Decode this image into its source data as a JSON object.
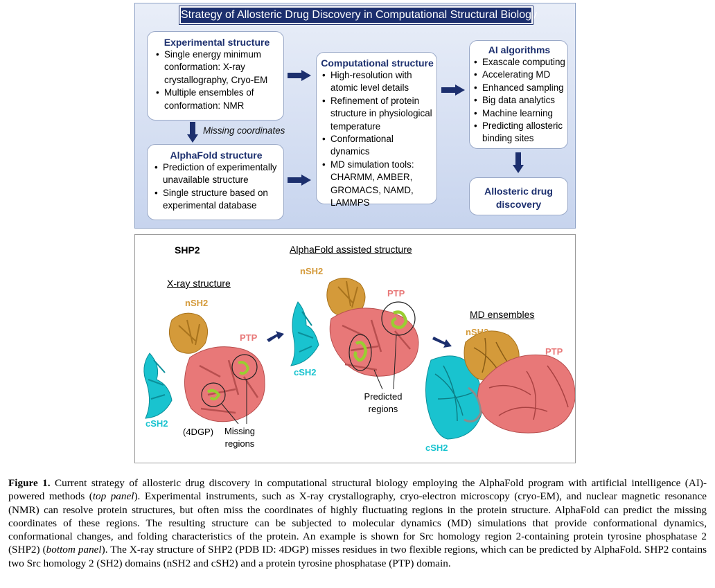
{
  "panel_title": "Strategy of Allosteric Drug Discovery in Computational Structural Biology",
  "experimental": {
    "heading": "Experimental structure",
    "items": [
      "Single energy minimum conformation: X-ray crystallography, Cryo-EM",
      "Multiple ensembles of conformation: NMR"
    ]
  },
  "missing_label": "Missing coordinates",
  "alphafold": {
    "heading": "AlphaFold structure",
    "items": [
      "Prediction of experimentally unavailable structure",
      "Single structure based on experimental database"
    ]
  },
  "computational": {
    "heading": "Computational structure",
    "items": [
      "High-resolution with atomic level details",
      "Refinement of protein structure in physiological temperature",
      "Conformational dynamics",
      "MD simulation tools: CHARMM, AMBER, GROMACS, NAMD, LAMMPS"
    ]
  },
  "ai": {
    "heading": "AI algorithms",
    "items": [
      "Exascale computing",
      "Accelerating MD",
      "Enhanced sampling",
      "Big data analytics",
      "Machine learning",
      "Predicting allosteric binding sites"
    ]
  },
  "drug": {
    "heading": "Allosteric drug discovery"
  },
  "bottom": {
    "shp2": "SHP2",
    "xray_title": "X-ray structure",
    "alphafold_title": "AlphaFold assisted structure",
    "md_title": "MD ensembles",
    "nsh2": "nSH2",
    "csh2": "cSH2",
    "ptp": "PTP",
    "pdb": "(4DGP)",
    "missing_regions": "Missing regions",
    "predicted_regions": "Predicted regions"
  },
  "colors": {
    "navy": "#1c2f6e",
    "nsh2": "#d49a3a",
    "csh2": "#19c3cf",
    "ptp": "#e87878",
    "loop": "#9acd32"
  },
  "caption": {
    "label": "Figure 1.",
    "p1": " Current strategy of allosteric drug discovery in computational structural biology employing the AlphaFold program with artificial intelligence (AI)-powered methods (",
    "i1": "top panel",
    "p2": "). Experimental instruments, such as X-ray crystallography, cryo-electron microscopy (cryo-EM), and nuclear magnetic resonance (NMR) can resolve protein structures, but often miss the coordinates of highly fluctuating regions in the protein structure. AlphaFold can predict the missing coordinates of these regions. The resulting structure can be subjected to molecular dynamics (MD) simulations that provide conformational dynamics, conformational changes, and folding characteristics of the protein. An example is shown for Src homology region 2-containing protein tyrosine phosphatase 2 (SHP2) (",
    "i2": "bottom panel",
    "p3": "). The X-ray structure of SHP2 (PDB ID: 4DGP) misses residues in two flexible regions, which can be predicted by AlphaFold. SHP2 contains two Src homology 2 (SH2) domains (nSH2 and cSH2) and a protein tyrosine phosphatase (PTP) domain."
  }
}
